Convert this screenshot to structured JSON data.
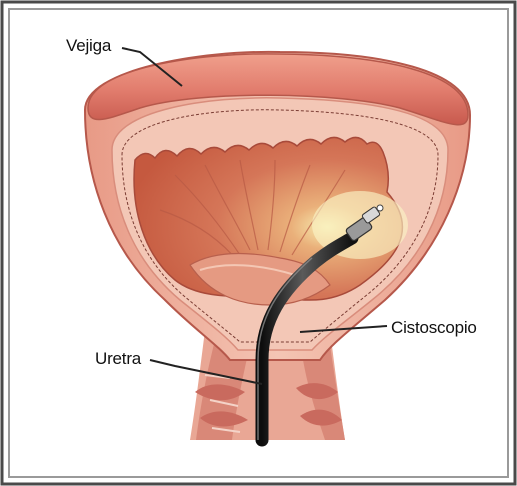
{
  "labels": {
    "bladder": "Vejiga",
    "cystoscope": "Cistoscopio",
    "urethra": "Uretra"
  },
  "colors": {
    "frame_outer": "#4a4a4a",
    "frame_inner": "#9a9a9a",
    "muscle_outer": "#e27d6e",
    "muscle_dark": "#c85a4e",
    "lining": "#f2c3b3",
    "interior": "#d9785d",
    "glow": "#f6e6a8",
    "instrument": "#222222",
    "leader": "#222222"
  }
}
